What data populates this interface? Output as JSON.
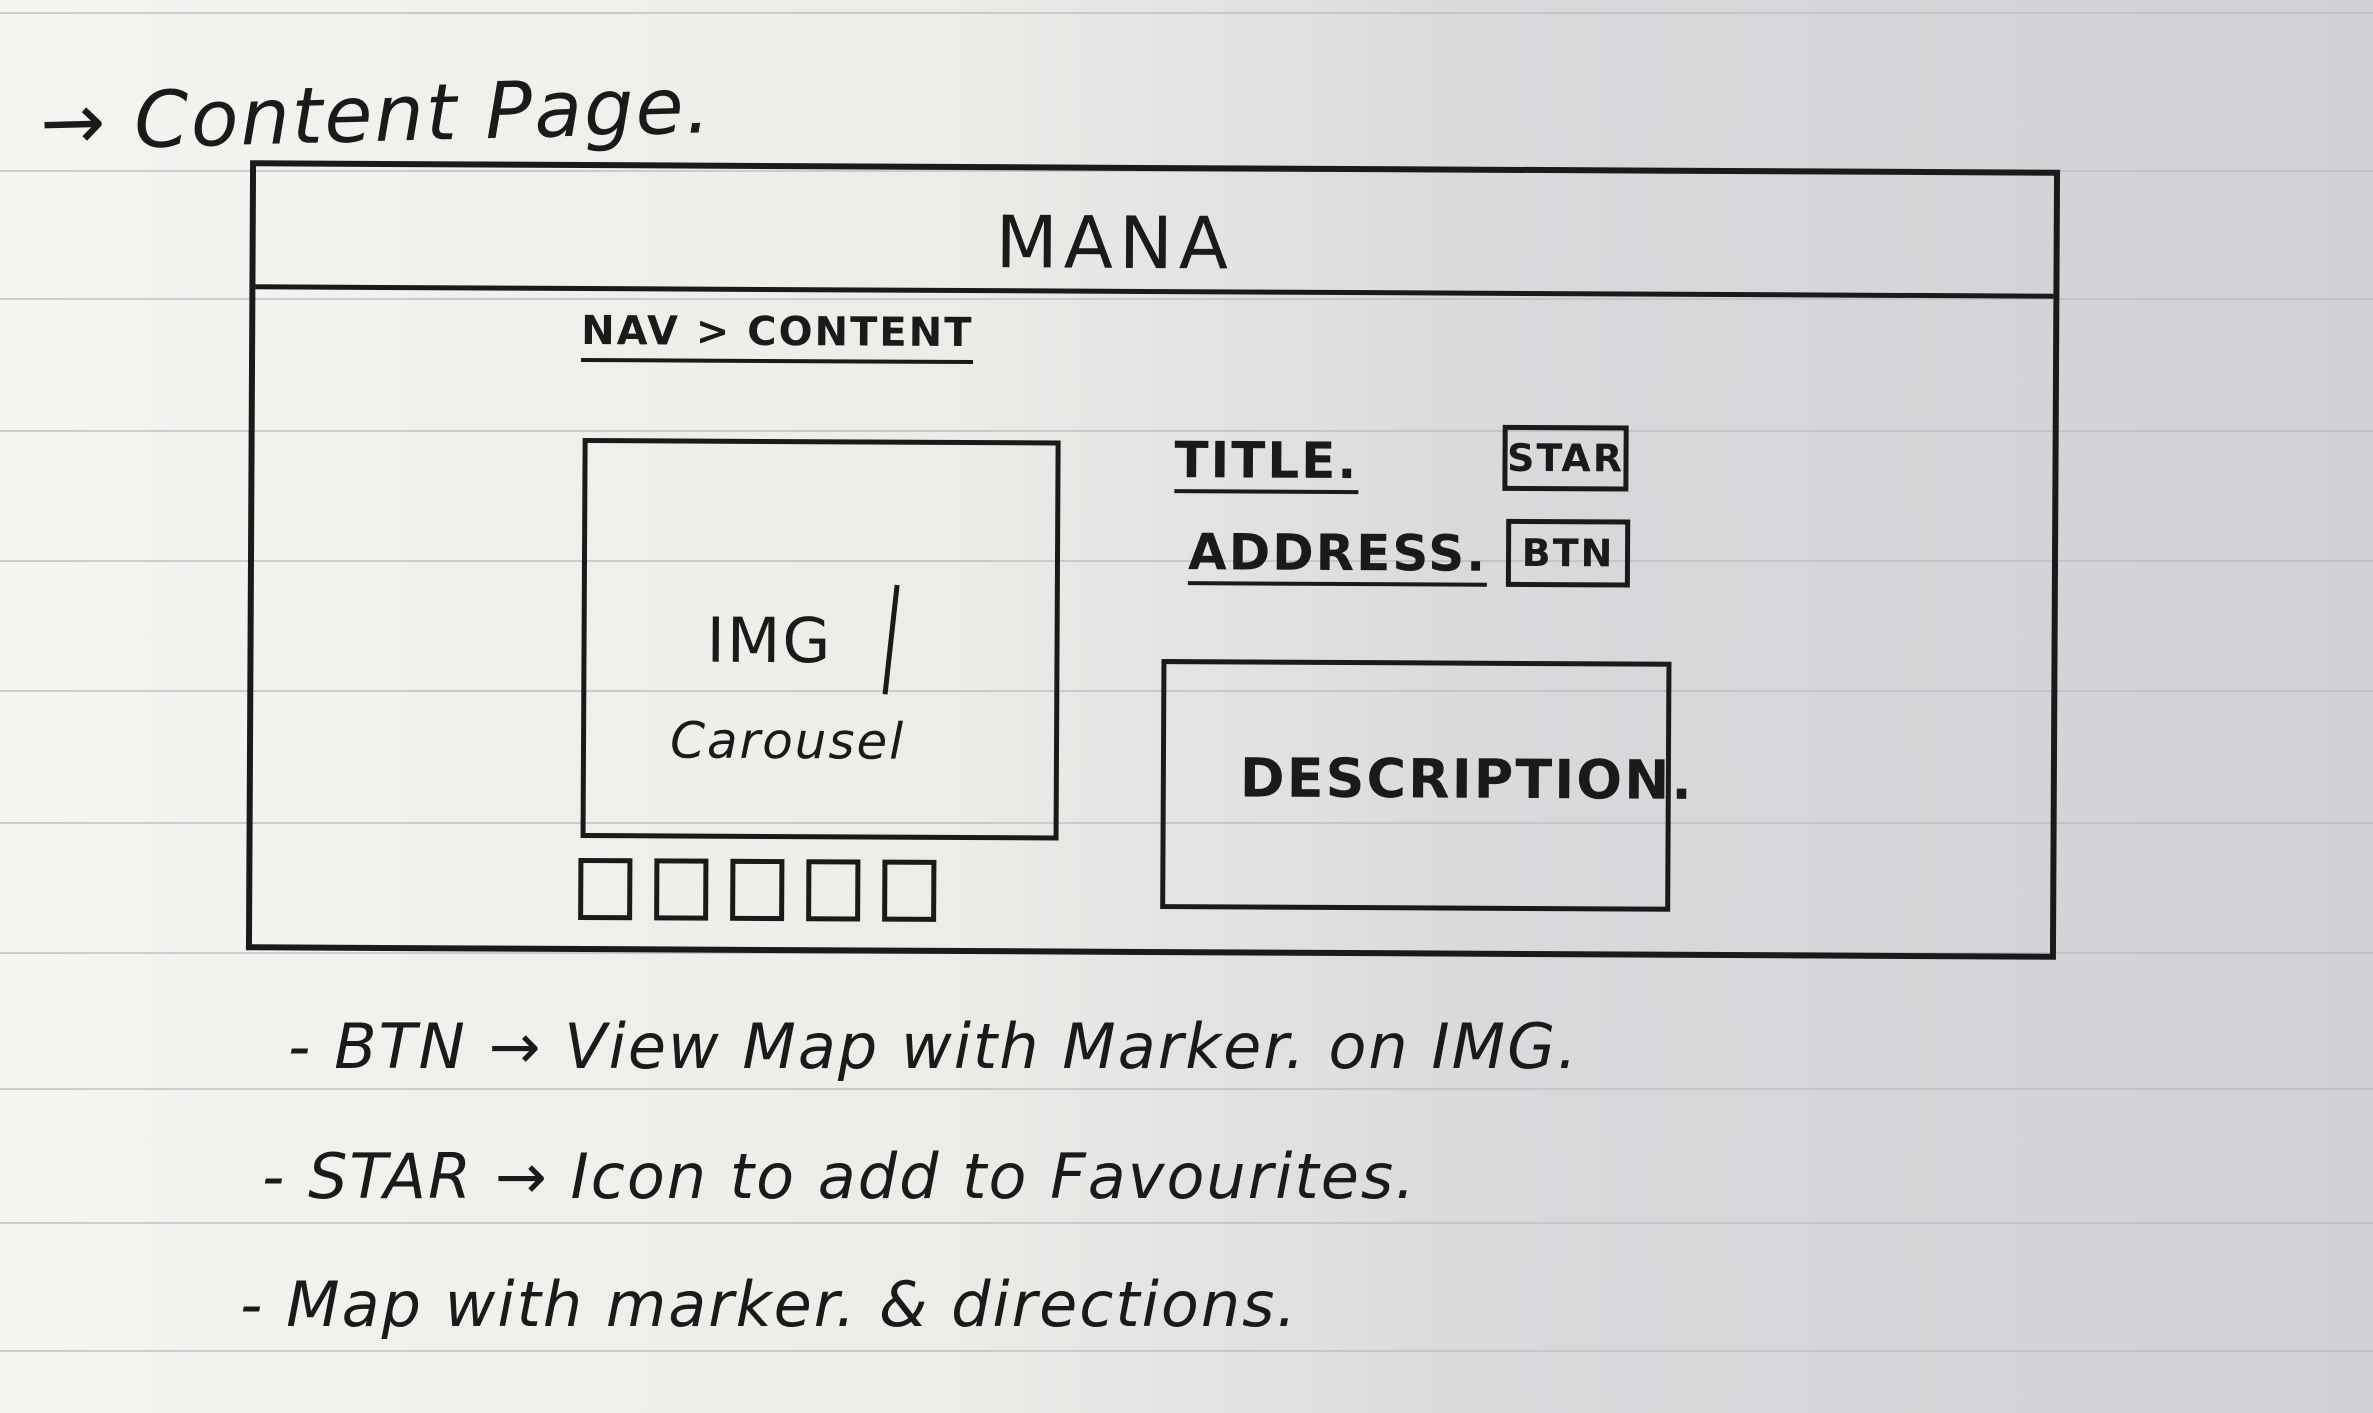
{
  "heading": "→ Content Page.",
  "wireframe": {
    "app_name": "MANA",
    "nav": "NAV > CONTENT",
    "carousel": {
      "img_label": "IMG",
      "caption": "Carousel"
    },
    "title_label": "TITLE.",
    "address_label": "ADDRESS.",
    "star_button": "STAR",
    "map_button": "BTN",
    "description_label": "DESCRIPTION."
  },
  "notes": [
    "- BTN → View Map with Marker. on IMG.",
    "- STAR → Icon to add to Favourites.",
    "- Map with marker. & directions."
  ]
}
